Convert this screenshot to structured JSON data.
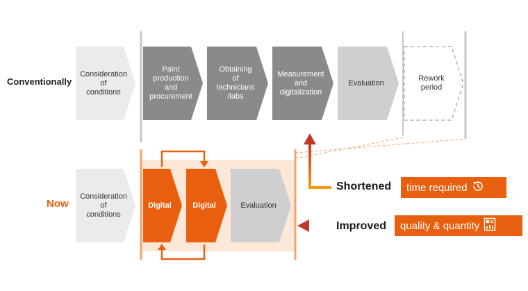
{
  "rows": {
    "conventionally": {
      "label": "Conventionally",
      "steps": [
        {
          "label": "Consideration\nof\nconditions",
          "style": "light-gray"
        },
        {
          "label": "Paint\nproduction\nand\nprocurement",
          "style": "dark-gray"
        },
        {
          "label": "Obtaining\nof\ntechnicians\n/labs",
          "style": "dark-gray"
        },
        {
          "label": "Measurement\nand\ndigitalization",
          "style": "dark-gray"
        },
        {
          "label": "Evaluation",
          "style": "light-gray"
        },
        {
          "label": "Rework\nperiod",
          "style": "dashed"
        }
      ]
    },
    "now": {
      "label": "Now",
      "steps": [
        {
          "label": "Consideration\nof\nconditions",
          "style": "light-gray"
        },
        {
          "label": "Digital",
          "style": "orange"
        },
        {
          "label": "Digital",
          "style": "orange"
        },
        {
          "label": "Evaluation",
          "style": "light-gray"
        }
      ]
    }
  },
  "results": [
    {
      "label": "Shortened",
      "badge": "time required",
      "icon": "clock-rewind-icon"
    },
    {
      "label": "Improved",
      "badge": "quality & quantity",
      "icon": "report-chart-icon"
    }
  ],
  "colors": {
    "orange": "#e8600f",
    "orange_light": "#fde7d6",
    "orange_line": "#f2a36b",
    "dark_gray": "#8a8a8a",
    "light_gray": "#cfcfcf",
    "very_light_gray": "#ebebeb",
    "divider_gray": "#c6c6c6",
    "gradient_top": "#c0392b",
    "gradient_bottom": "#f39c12"
  }
}
